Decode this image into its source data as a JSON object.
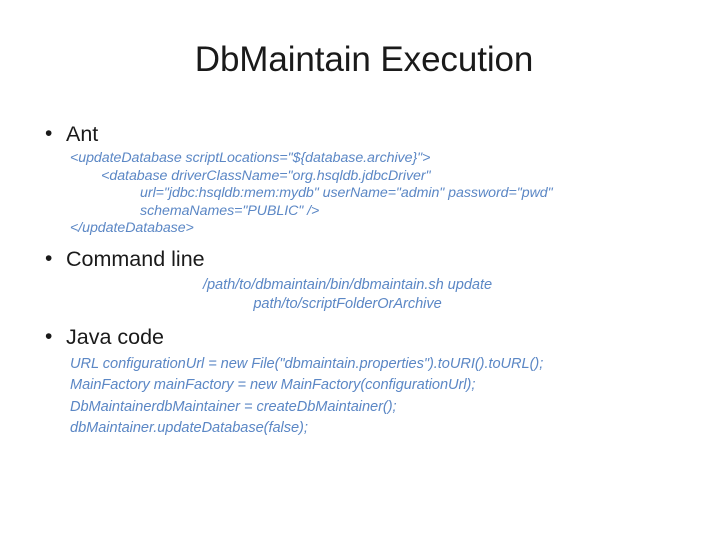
{
  "slide": {
    "title": "DbMaintain Execution",
    "background_color": "#ffffff",
    "title_color": "#1a1a1a",
    "code_color": "#5b87c5",
    "bullet_glyph": "•",
    "sections": [
      {
        "label": "Ant",
        "code": "<updateDatabase scriptLocations=\"${database.archive}\">\n        <database driverClassName=\"org.hsqldb.jdbcDriver\"\n                  url=\"jdbc:hsqldb:mem:mydb\" userName=\"admin\" password=\"pwd\"\n                  schemaNames=\"PUBLIC\" />\n</updateDatabase>"
      },
      {
        "label": "Command line",
        "code": "/path/to/dbmaintain/bin/dbmaintain.sh update\npath/to/scriptFolderOrArchive"
      },
      {
        "label": "Java code",
        "code": "URL configurationUrl = new File(\"dbmaintain.properties\").toURI().toURL();\nMainFactory mainFactory = new MainFactory(configurationUrl);\nDbMaintainerdbMaintainer = createDbMaintainer();\ndbMaintainer.updateDatabase(false);"
      }
    ]
  }
}
